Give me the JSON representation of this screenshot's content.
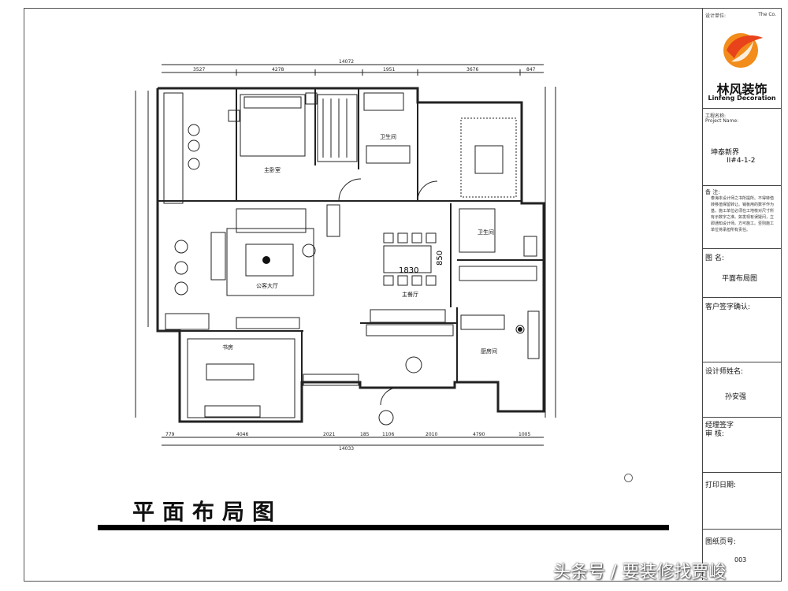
{
  "title_block": {
    "design_unit_label": "设计单位:",
    "design_unit_en": "The Co.",
    "logo_name": "林风装饰",
    "logo_en": "Linfeng Decoration",
    "project_label": "工程名称:",
    "project_label_en": "Project Name:",
    "project_name": "坤泰新界",
    "project_unit": "II#4-1-2",
    "notes_label": "备 注:",
    "notes_text": "泰海本设计师之书所提所。不得转借转移值保留转让。销板用的数字作为基。施工单位必须在工地核对尺寸所有示数字之准。如发现有误疑问，立即通知设计师。方可施工。否则施工单位将承担所有责任。",
    "drawing_name_label": "图 名:",
    "drawing_name": "平面布局图",
    "client_confirm_label": "客户签字确认:",
    "designer_label": "设计师姓名:",
    "designer_name": "孙安强",
    "manager_label": "经理签字",
    "review_label": "审  核:",
    "print_date_label": "打印日期:",
    "page_no_label": "图纸页号:",
    "page_no": "003"
  },
  "plan": {
    "main_title": "平面布局图",
    "rooms": {
      "master_bedroom": "主卧室",
      "bathroom_top": "卫生间",
      "living_room": "公客大厅",
      "dining": "主餐厅",
      "bathroom_right": "卫生间",
      "kitchen": "厨房间",
      "study": "书房"
    },
    "dimensions": {
      "top_total": "14072",
      "top_segments": [
        "3527",
        "4278",
        "1951",
        "3676",
        "847"
      ],
      "bottom_total": "14033",
      "bottom_segments": [
        "779",
        "4046",
        "2021",
        "185",
        "1106",
        "2010",
        "4790",
        "1005"
      ],
      "table_width": "1830",
      "table_depth": "850"
    }
  },
  "watermark": "头条号 / 要装修找贾峻"
}
